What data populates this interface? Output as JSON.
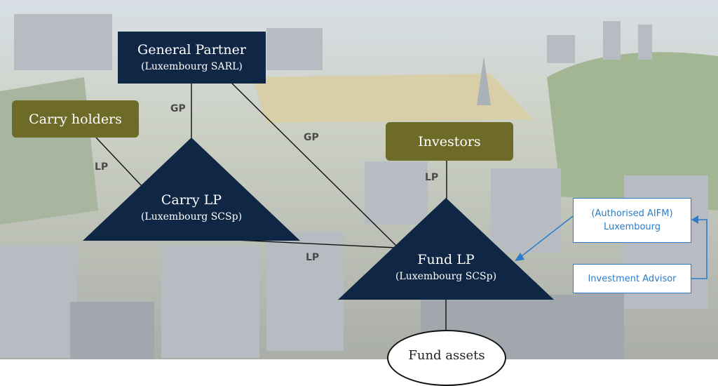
{
  "nodes": {
    "general_partner": {
      "title": "General Partner",
      "subtitle": "(Luxembourg SARL)"
    },
    "carry_holders": {
      "title": "Carry holders"
    },
    "investors": {
      "title": "Investors"
    },
    "carry_lp": {
      "title": "Carry LP",
      "subtitle": "(Luxembourg SCSp)"
    },
    "fund_lp": {
      "title": "Fund LP",
      "subtitle": "(Luxembourg SCSp)"
    },
    "aifm": {
      "line1": "(Authorised AIFM)",
      "line2": "Luxembourg"
    },
    "investment_advisor": {
      "title": "Investment Advisor"
    },
    "fund_assets": {
      "title": "Fund assets"
    }
  },
  "edge_labels": {
    "gp_to_carry": "GP",
    "gp_to_fund": "GP",
    "carry_holders_to_carry": "LP",
    "investors_to_fund": "LP",
    "carry_to_fund": "LP"
  },
  "colors": {
    "navy": "#0f2744",
    "olive": "#6e6a28",
    "accent_blue": "#2a7bc8"
  }
}
